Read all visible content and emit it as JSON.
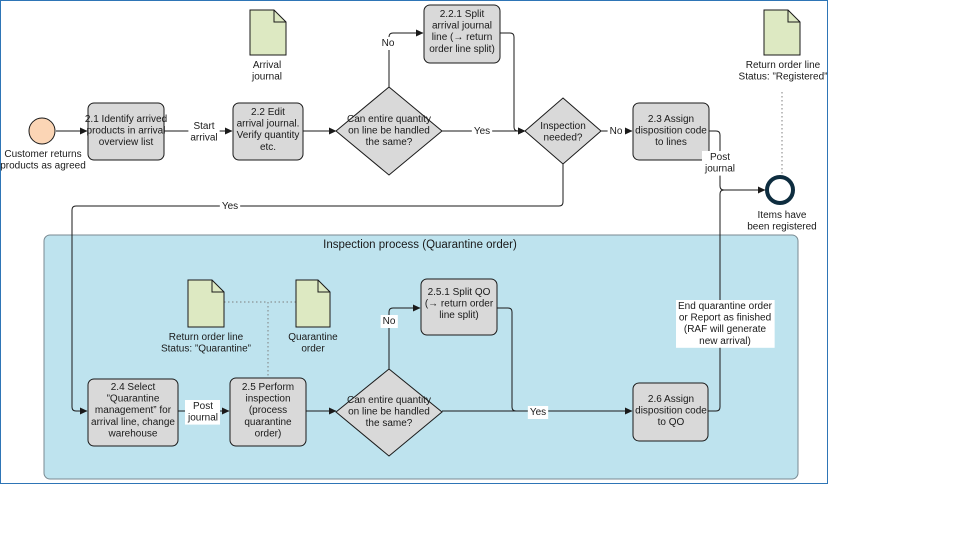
{
  "start_event": {
    "label_lines": [
      "Customer returns",
      "products as agreed"
    ]
  },
  "end_event": {
    "label_lines": [
      "Items have",
      "been registered"
    ]
  },
  "tasks": {
    "t21": [
      "2.1 Identify arrived",
      "products in arrival",
      "overview list"
    ],
    "t22": [
      "2.2  Edit",
      "arrival journal.",
      "Verify quantity",
      "etc."
    ],
    "t221": [
      "2.2.1 Split",
      "arrival journal",
      "line (→ return",
      "order line split)"
    ],
    "t23": [
      "2.3 Assign",
      "disposition code",
      "to lines"
    ],
    "t24": [
      "2.4 Select",
      "”Quarantine",
      "management” for",
      "arrival line, change",
      "warehouse"
    ],
    "t25": [
      "2.5 Perform",
      "inspection",
      "(process",
      "quarantine",
      "order)"
    ],
    "t251": [
      "2.5.1 Split QO",
      "(→ return order",
      "line split)"
    ],
    "t26": [
      "2.6 Assign",
      "disposition code",
      "to QO"
    ]
  },
  "gateways": {
    "g1": [
      "Can entire quantity",
      "on line be handled",
      "the same?"
    ],
    "g2": [
      "Inspection",
      "needed?"
    ],
    "g3": [
      "Can entire quantity",
      "on line be handled",
      "the same?"
    ]
  },
  "documents": {
    "arrival_journal": [
      "Arrival",
      "journal"
    ],
    "rol_registered": [
      "Return order line",
      "Status: ”Registered”"
    ],
    "rol_quarantine": [
      "Return order line",
      "Status: ”Quarantine”"
    ],
    "quarantine_order": [
      "Quarantine",
      "order"
    ]
  },
  "flow_labels": {
    "start_arrival": [
      "Start",
      "arrival"
    ],
    "no_top": [
      "No"
    ],
    "yes_top": [
      "Yes"
    ],
    "no_inspection": [
      "No"
    ],
    "yes_inspection": [
      "Yes"
    ],
    "post_journal_top": [
      "Post",
      "journal"
    ],
    "post_journal_bottom": [
      "Post",
      "journal"
    ],
    "no_bottom": [
      "No"
    ],
    "yes_bottom": [
      "Yes"
    ],
    "end_quarantine": [
      "End quarantine order",
      "or Report as finished",
      "(RAF will generate",
      "new arrival)"
    ]
  },
  "pool": {
    "title": "Inspection process (Quarantine order)"
  },
  "colors": {
    "task_fill": "#d9d9d9",
    "pool_fill": "#bee3ee",
    "doc_fill": "#dde9c2",
    "start_fill": "#fbd5b5",
    "end_stroke": "#0e2d3f"
  }
}
